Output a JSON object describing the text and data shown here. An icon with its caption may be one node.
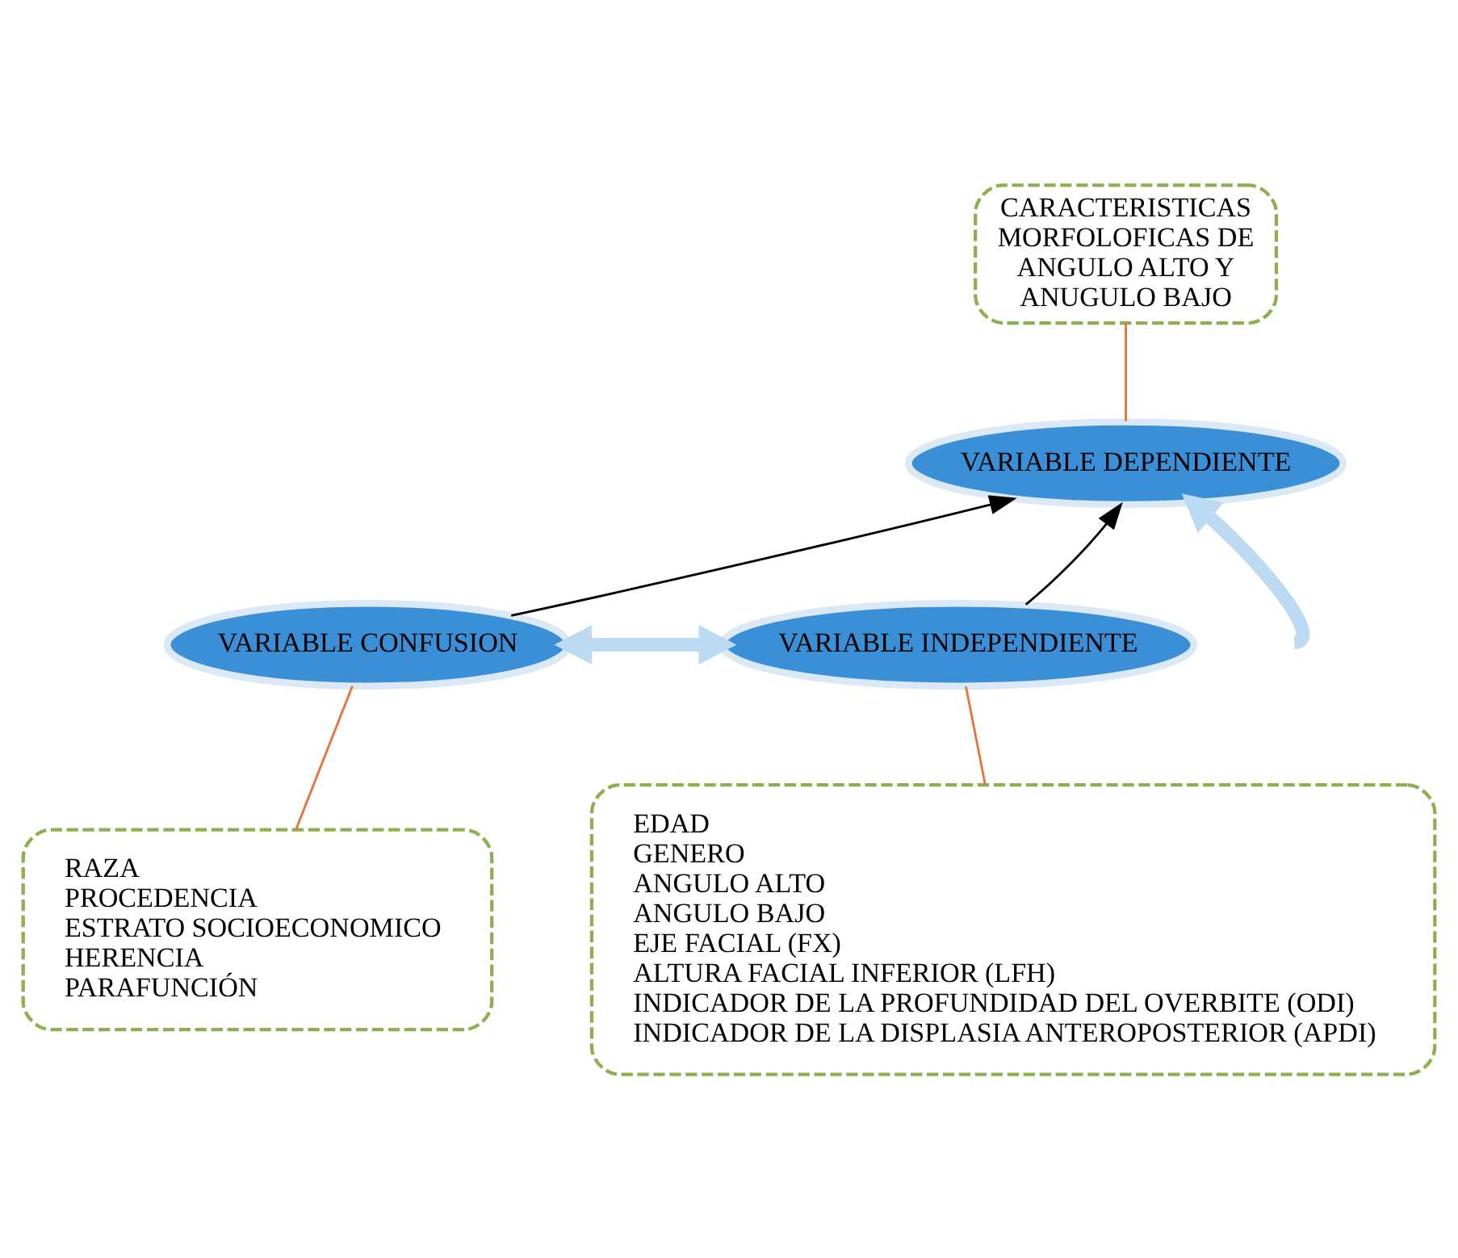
{
  "diagram": {
    "nodes": [
      {
        "text": [
          "CARACTERISTICAS MORFOLOFICAS DE ANGULO ALTO Y ANUGULO BAJO"
        ]
      },
      {
        "text": [
          "VARIABLE DEPENDIENTE"
        ]
      },
      {
        "text": [
          "VARIABLE CONFUSION"
        ]
      },
      {
        "text": [
          "VARIABLE INDEPENDIENTE"
        ]
      },
      {
        "text": [
          "RAZA",
          "PROCEDENCIA",
          "ESTRATO SOCIOECONOMICO",
          "HERENCIA",
          "PARAFUNCIÓN"
        ]
      },
      {
        "text": [
          "EDAD",
          "GENERO",
          "ANGULO ALTO",
          "ANGULO BAJO",
          "EJE FACIAL (FX)",
          "ALTURA FACIAL INFERIOR (LFH)",
          "INDICADOR DE LA PROFUNDIDAD DEL OVERBITE (ODI)",
          "INDICADOR DE LA DISPLASIA ANTEROPOSTERIOR (APDI)"
        ]
      }
    ],
    "edges": [
      {
        "from": 0,
        "to": 1,
        "arrow": "none",
        "color": "#e8743b"
      },
      {
        "from": 2,
        "to": 1,
        "arrow": "to",
        "color": "#000000"
      },
      {
        "from": 3,
        "to": 1,
        "arrow": "to",
        "color": "#000000"
      },
      {
        "from": null,
        "to": 1,
        "arrow": "to",
        "style": "thick",
        "color": "#bcdaf2"
      },
      {
        "from": 2,
        "to": 3,
        "arrow": "both",
        "style": "thick",
        "color": "#bcdaf2"
      },
      {
        "from": 2,
        "to": 4,
        "arrow": "none",
        "color": "#e8743b"
      },
      {
        "from": 3,
        "to": 5,
        "arrow": "none",
        "color": "#e8743b"
      }
    ]
  }
}
